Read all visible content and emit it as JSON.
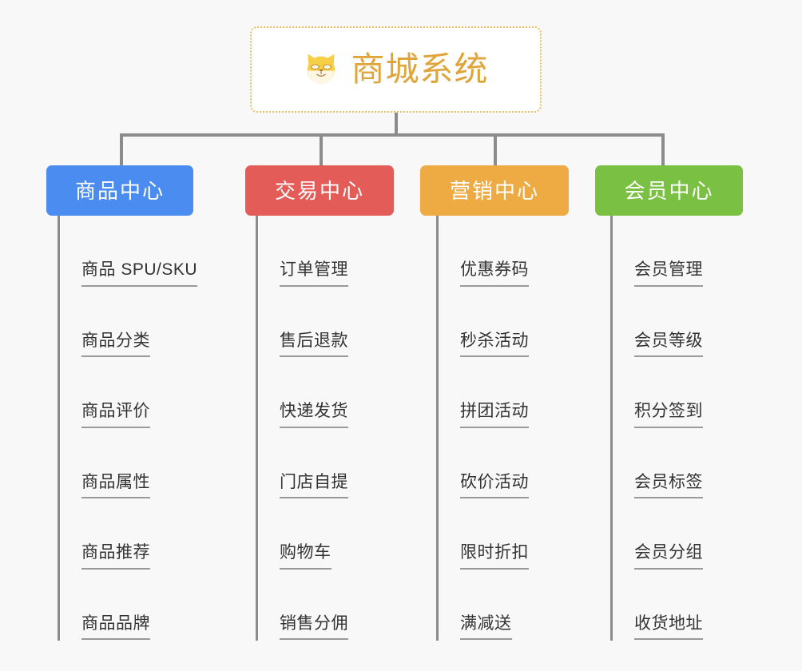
{
  "page": {
    "background_color": "#f8f8f8",
    "type": "mind-map-diagram"
  },
  "root": {
    "title": "商城系统",
    "icon": "shiba-dog-face-icon",
    "text_color": "#e0a53a",
    "border_color": "#f0bd5e",
    "background_color": "#ffffff"
  },
  "connector_color": "#8c8c8c",
  "leaf_underline_color": "#9a9a9a",
  "leaf_text_color": "#333333",
  "columns": [
    {
      "id": "product-center",
      "label": "商品中心",
      "color": "#4a8cf0",
      "items": [
        {
          "label": "商品 SPU/SKU"
        },
        {
          "label": "商品分类"
        },
        {
          "label": "商品评价"
        },
        {
          "label": "商品属性"
        },
        {
          "label": "商品推荐"
        },
        {
          "label": "商品品牌"
        }
      ]
    },
    {
      "id": "trade-center",
      "label": "交易中心",
      "color": "#e35c58",
      "items": [
        {
          "label": "订单管理"
        },
        {
          "label": "售后退款"
        },
        {
          "label": "快递发货"
        },
        {
          "label": "门店自提"
        },
        {
          "label": "购物车"
        },
        {
          "label": "销售分佣"
        }
      ]
    },
    {
      "id": "marketing-center",
      "label": "营销中心",
      "color": "#eeab44",
      "items": [
        {
          "label": "优惠券码"
        },
        {
          "label": "秒杀活动"
        },
        {
          "label": "拼团活动"
        },
        {
          "label": "砍价活动"
        },
        {
          "label": "限时折扣"
        },
        {
          "label": "满减送"
        }
      ]
    },
    {
      "id": "member-center",
      "label": "会员中心",
      "color": "#7ac143",
      "items": [
        {
          "label": "会员管理"
        },
        {
          "label": "会员等级"
        },
        {
          "label": "积分签到"
        },
        {
          "label": "会员标签"
        },
        {
          "label": "会员分组"
        },
        {
          "label": "收货地址"
        }
      ]
    }
  ]
}
